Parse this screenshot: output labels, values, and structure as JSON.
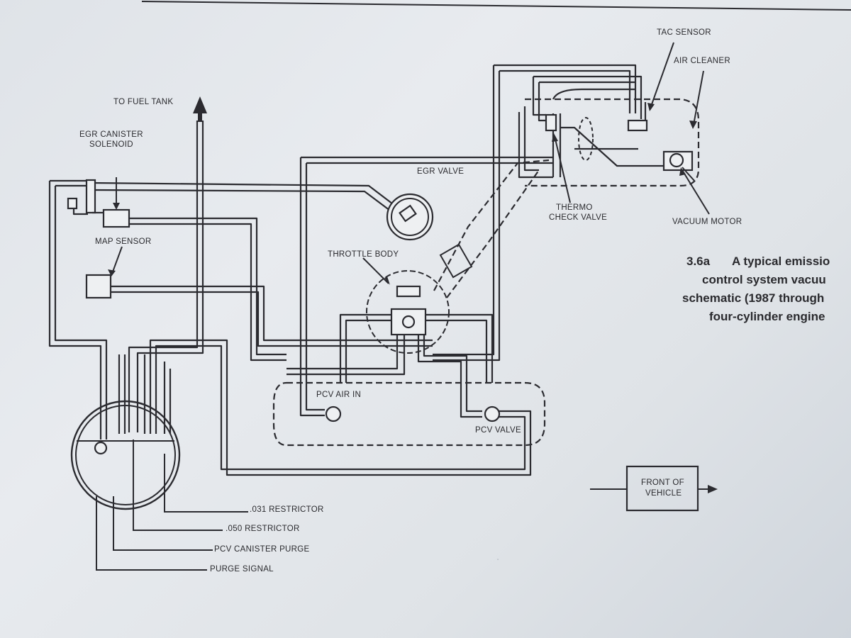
{
  "labels": {
    "to_fuel_tank": "TO FUEL TANK",
    "egr_canister_solenoid_l1": "EGR CANISTER",
    "egr_canister_solenoid_l2": "SOLENOID",
    "map_sensor": "MAP SENSOR",
    "egr_valve": "EGR VALVE",
    "throttle_body": "THROTTLE BODY",
    "tac_sensor": "TAC SENSOR",
    "air_cleaner": "AIR CLEANER",
    "thermo_check_valve_l1": "THERMO",
    "thermo_check_valve_l2": "CHECK VALVE",
    "vacuum_motor": "VACUUM MOTOR",
    "pcv_air_in": "PCV AIR IN",
    "pcv_valve": "PCV VALVE",
    "restrictor_031": ".031 RESTRICTOR",
    "restrictor_050": ".050 RESTRICTOR",
    "pcv_canister_purge": "PCV CANISTER PURGE",
    "purge_signal": "PURGE SIGNAL",
    "front_of_vehicle_l1": "FRONT OF",
    "front_of_vehicle_l2": "VEHICLE"
  },
  "caption": {
    "number": "3.6a",
    "line1": "A typical emissio",
    "line2": "control system vacuu",
    "line3": "schematic (1987 through",
    "line4": "four-cylinder engine"
  },
  "colors": {
    "paper": "#e4e8ec",
    "ink": "#2b2b30"
  }
}
